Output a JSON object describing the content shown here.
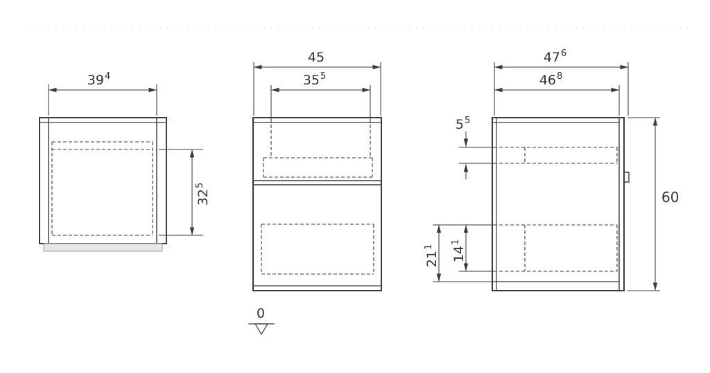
{
  "drawing": {
    "type": "furniture-technical-drawing",
    "line_color": "#3a3a3a",
    "background": "#ffffff",
    "views": [
      "left-side-view",
      "front-view",
      "right-side-view"
    ]
  },
  "dims": {
    "left_width": {
      "main": "39",
      "sup": "4"
    },
    "left_height": {
      "main": "32",
      "sup": "5"
    },
    "front_width": {
      "main": "45"
    },
    "front_inner_width": {
      "main": "35",
      "sup": "5"
    },
    "depth_outer": {
      "main": "47",
      "sup": "6"
    },
    "depth_inner": {
      "main": "46",
      "sup": "8"
    },
    "top_offset": {
      "main": "5",
      "sup": "5"
    },
    "height": {
      "main": "60"
    },
    "bottom_offset_outer": {
      "main": "21",
      "sup": "1"
    },
    "bottom_offset_inner": {
      "main": "14",
      "sup": "1"
    },
    "ground_level": {
      "main": "0"
    }
  }
}
